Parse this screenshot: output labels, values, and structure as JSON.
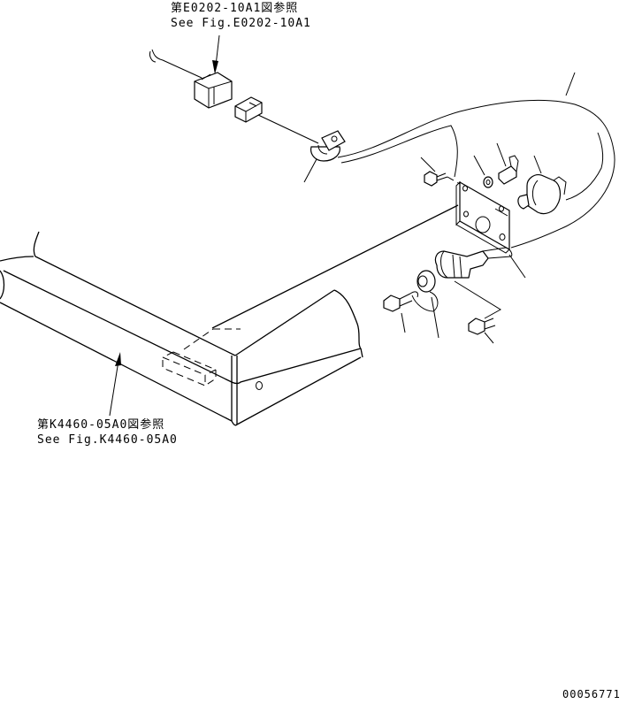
{
  "references": {
    "top_ref_jp": "第E0202-10A1図参照",
    "top_ref_en": "See Fig.E0202-10A1",
    "bottom_ref_jp": "第K4460-05A0図参照",
    "bottom_ref_en": "See Fig.K4460-05A0"
  },
  "drawing_number": "00056771"
}
